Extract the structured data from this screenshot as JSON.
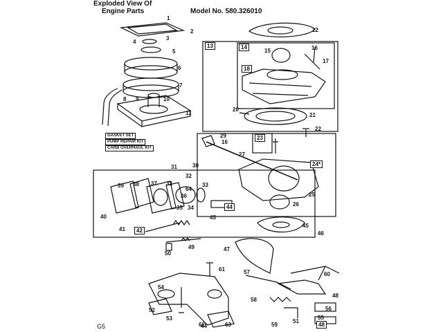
{
  "header": {
    "title_line1": "Exploded View Of",
    "title_line2": "Engine Parts",
    "model": "Model No. 580.326010"
  },
  "kit_legend": {
    "gasket_set": "GASKET SET",
    "pump_repair_kit": "PUMP REPAIR KIT",
    "carb_overhaul_kit": "CARB OVERHAUL KIT"
  },
  "page_id": "G5",
  "callouts": {
    "c1": "1",
    "c2": "2",
    "c3": "3",
    "c4": "4",
    "c5": "5",
    "c6": "6",
    "c7": "7",
    "c8": "8",
    "c9": "9",
    "c10": "10",
    "c11": "11",
    "c12": "12",
    "c13": "13",
    "c14": "14",
    "c15": "15",
    "c16a": "16",
    "c16b": "16",
    "c17": "17",
    "c18": "18",
    "c20": "20",
    "c21": "21",
    "c22": "22",
    "c23": "23",
    "c24": "24*",
    "c25": "25",
    "c26": "26",
    "c27": "27",
    "c29": "29",
    "c30": "30",
    "c31": "31",
    "c32a": "32",
    "c32b": "32",
    "c33": "33",
    "c34": "34",
    "c35": "35",
    "c36": "36",
    "c37": "37",
    "c38": "38",
    "c39": "39",
    "c40": "40",
    "c41": "41",
    "c42": "42",
    "c43": "43",
    "c44": "44",
    "c45": "45",
    "c46": "46",
    "c47": "47",
    "c48": "48",
    "c49": "49",
    "c50": "50",
    "c51": "51",
    "c52": "52",
    "c53": "53",
    "c54": "54",
    "c55": "55",
    "c56": "56",
    "c57": "57",
    "c58": "58",
    "c59": "59",
    "c60": "60",
    "c61": "61",
    "c62": "62",
    "c63": "63",
    "c64": "64",
    "c44b": "44",
    "c48b": "48"
  }
}
